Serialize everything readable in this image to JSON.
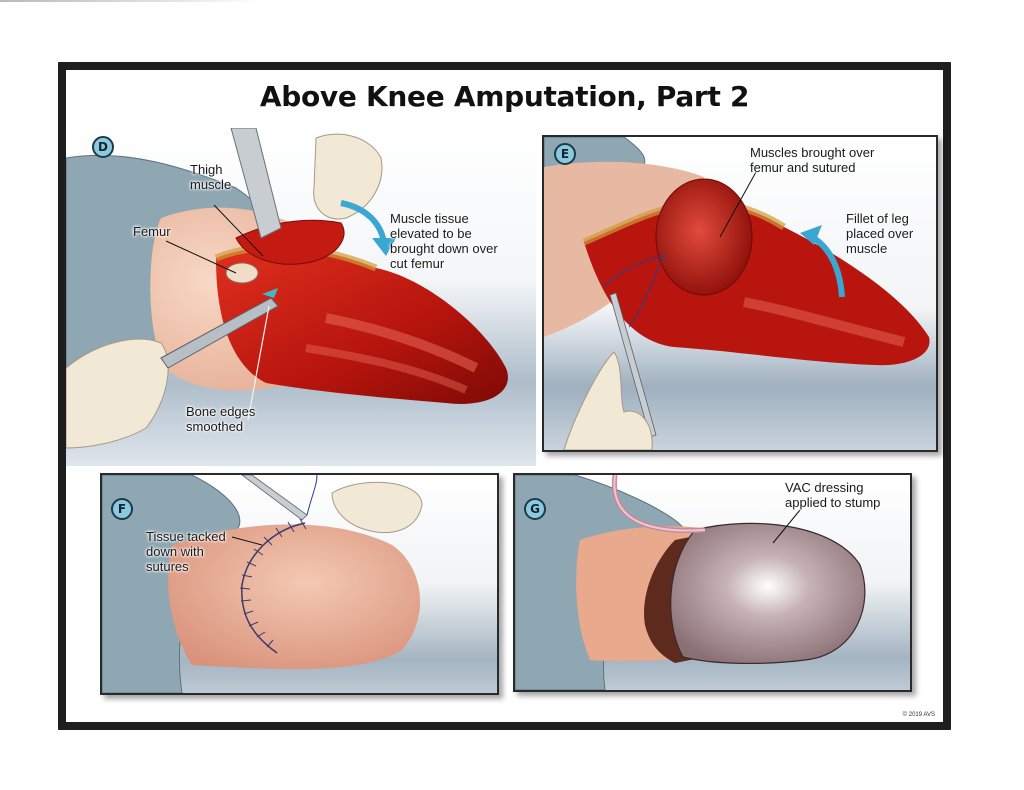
{
  "title": "Above Knee Amputation, Part 2",
  "copyright": "© 2019 AVS",
  "colors": {
    "frame": "#1e1e1e",
    "badge_fill": "#8cc9de",
    "arrow_blue": "#3aa7d3",
    "drape": "#8fa7b3",
    "skin": "#e9b8a0",
    "muscle": "#b3150f",
    "vac_dressing": "#a38a8f"
  },
  "panels": [
    {
      "id": "D",
      "badge": "D",
      "labels": {
        "thigh_muscle": "Thigh\nmuscle",
        "femur": "Femur",
        "muscle_tissue": "Muscle tissue\nelevated to be\nbrought down over\ncut femur",
        "bone_edges": "Bone edges\nsmoothed"
      }
    },
    {
      "id": "E",
      "badge": "E",
      "labels": {
        "muscles_sutured": "Muscles brought over\nfemur and sutured",
        "fillet": "Fillet of leg\nplaced over\nmuscle"
      }
    },
    {
      "id": "F",
      "badge": "F",
      "labels": {
        "tissue_tacked": "Tissue tacked\ndown with\nsutures"
      }
    },
    {
      "id": "G",
      "badge": "G",
      "labels": {
        "vac_dressing": "VAC dressing\napplied to stump"
      }
    }
  ]
}
